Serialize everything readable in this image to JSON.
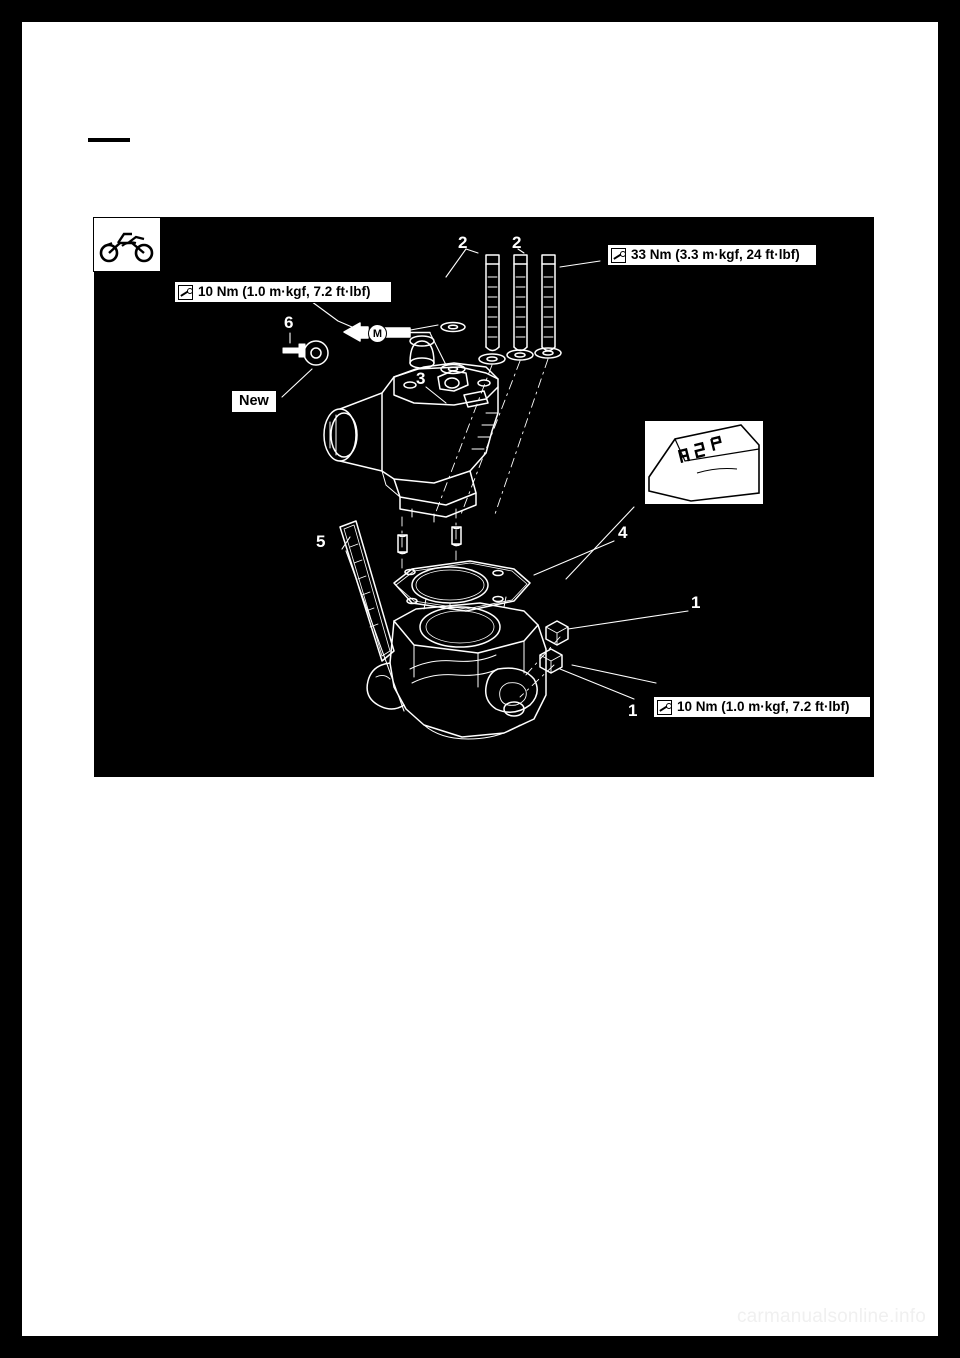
{
  "page": {
    "background_color": "#ffffff",
    "frame_color": "#000000",
    "watermark": "carmanualsonline.info"
  },
  "figure": {
    "name": "cylinder-head-exploded-view",
    "background_color": "#000000",
    "line_color": "#ffffff",
    "torque_specs": [
      {
        "id": "torque-10nm-top",
        "icon": "torque-wrench-icon",
        "text": "10 Nm (1.0 m·kgf, 7.2 ft·lbf)"
      },
      {
        "id": "torque-33nm",
        "icon": "torque-wrench-icon",
        "text": "33 Nm (3.3 m·kgf, 24 ft·lbf)"
      },
      {
        "id": "torque-10nm-bottom",
        "icon": "torque-wrench-icon",
        "text": "10 Nm (1.0 m·kgf, 7.2 ft·lbf)"
      }
    ],
    "new_part_tag": "New",
    "lubricant_badge": "M",
    "bike_icon": "motorcycle-icon",
    "callouts": [
      {
        "id": "callout-1-right",
        "number": "1"
      },
      {
        "id": "callout-1-bottom",
        "number": "1"
      },
      {
        "id": "callout-2-left",
        "number": "2"
      },
      {
        "id": "callout-2-right",
        "number": "2"
      },
      {
        "id": "callout-3",
        "number": "3"
      },
      {
        "id": "callout-4",
        "number": "4"
      },
      {
        "id": "callout-5",
        "number": "5"
      },
      {
        "id": "callout-6",
        "number": "6"
      }
    ],
    "inset": {
      "id": "casting-mark-inset",
      "label": "casting-mark-detail"
    }
  }
}
